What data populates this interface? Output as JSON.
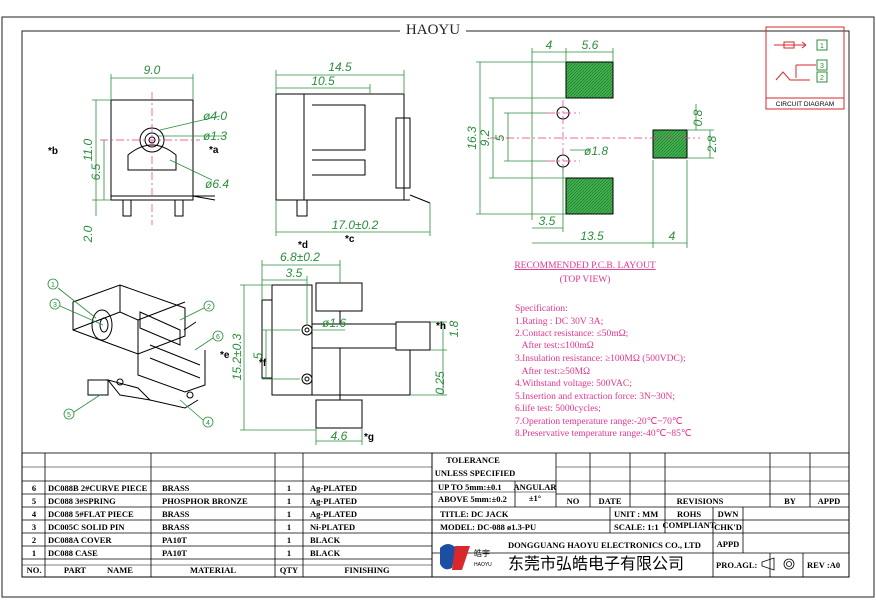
{
  "header": {
    "brand": "HAOYU"
  },
  "circuit": {
    "title": "CIRCUIT DIAGRAM",
    "pins": [
      "1",
      "3",
      "2"
    ]
  },
  "front_view": {
    "width": "9.0",
    "height": "11.0",
    "lower": "6.5",
    "pin": "2.0",
    "d1": "ø4.0",
    "d2": "ø1.3",
    "d3": "ø6.4",
    "mark_a": "*a",
    "mark_b": "*b"
  },
  "side_view": {
    "w1": "14.5",
    "w2": "10.5",
    "w3": "17.0±0.2",
    "mark_c": "*c",
    "mark_d": "*d"
  },
  "pcb": {
    "t1": "4",
    "t2": "5.6",
    "l1": "16.3",
    "l2": "9.2",
    "l3": "5",
    "d": "ø1.8",
    "r1": "0.8",
    "r2": "2.8",
    "b1": "3.5",
    "b2": "13.5",
    "b3": "4",
    "title": "RECOMMENDED P.C.B. LAYOUT",
    "subtitle": "(TOP VIEW)"
  },
  "bottom_view": {
    "w1": "6.8±0.2",
    "w2": "3.5",
    "d": "ø1.6",
    "h": "15.2±0.3",
    "l1": "5",
    "r1": "1.8",
    "r2": "0.25",
    "b1": "4.6",
    "mark_e": "*e",
    "mark_f": "*f",
    "mark_g": "*g",
    "mark_h": "*h"
  },
  "iso": {
    "callouts": [
      "1",
      "3",
      "2",
      "6",
      "5",
      "4"
    ]
  },
  "spec": {
    "title": "Specification:",
    "lines": [
      "1.Rating : DC 30V 3A;",
      "2.Contact resistance: ≤50mΩ;",
      "   After test:≤100mΩ",
      "3.Insulation resistance: ≥100MΩ (500VDC);",
      "   After test:≥50MΩ",
      "4.Withstand voltage: 500VAC;",
      "5.Insertion and extraction force: 3N~30N;",
      "6.life test: 5000cycles;",
      "7.Operation temperature range:-20℃~70℃",
      "8.Preservative temperature range:-40℃~85℃"
    ]
  },
  "bom": {
    "headers": [
      "NO.",
      "PART",
      "NAME",
      "MATERIAL",
      "QTY",
      "FINISHING"
    ],
    "rows": [
      [
        "6",
        "DC088B 2#CURVE PIECE",
        "BRASS",
        "1",
        "Ag-PLATED"
      ],
      [
        "5",
        "DC088 3#SPRING",
        "PHOSPHOR BRONZE",
        "1",
        "Ag-PLATED"
      ],
      [
        "4",
        "DC088 5#FLAT PIECE",
        "BRASS",
        "1",
        "Ag-PLATED"
      ],
      [
        "3",
        "DC005C SOLID PIN",
        "BRASS",
        "1",
        "Ni-PLATED"
      ],
      [
        "2",
        "DC088A COVER",
        "PA10T",
        "1",
        "BLACK"
      ],
      [
        "1",
        "DC088 CASE",
        "PA10T",
        "1",
        "BLACK"
      ]
    ]
  },
  "title_block": {
    "tolerance1": "TOLERANCE",
    "tolerance2": "UNLESS SPECIFIED",
    "up_to": "UP TO 5mm:±0.1",
    "above": "ABOVE 5mm:±0.2",
    "angular": "ANGULAR",
    "angular_val": "±1°",
    "no": "NO",
    "date": "DATE",
    "revisions": "REVISIONS",
    "by": "BY",
    "appd": "APPD",
    "title": "TITLE: DC JACK",
    "model": "MODEL: DC-088 ø1.3-PU",
    "unit": "UNIT : MM",
    "scale": "SCALE: 1:1",
    "rohs": "ROHS",
    "compliant": "COMPLIANT",
    "dwn": "DWN",
    "chkd": "CHK'D",
    "appd2": "APPD",
    "company_en": "DONGGUANG HAOYU ELECTRONICS CO., LTD",
    "company_cn": "东莞市弘皓电子有限公司",
    "logo_cn": "皓宇",
    "logo_en": "HAOYU",
    "pro_agl": "PRO.AGL:",
    "rev": "REV :A0"
  },
  "colors": {
    "dim": "#2b8e3c",
    "pink": "#e4358e",
    "pad": "#3aa64a",
    "circuit": "#d9272e",
    "part": "#000000"
  }
}
